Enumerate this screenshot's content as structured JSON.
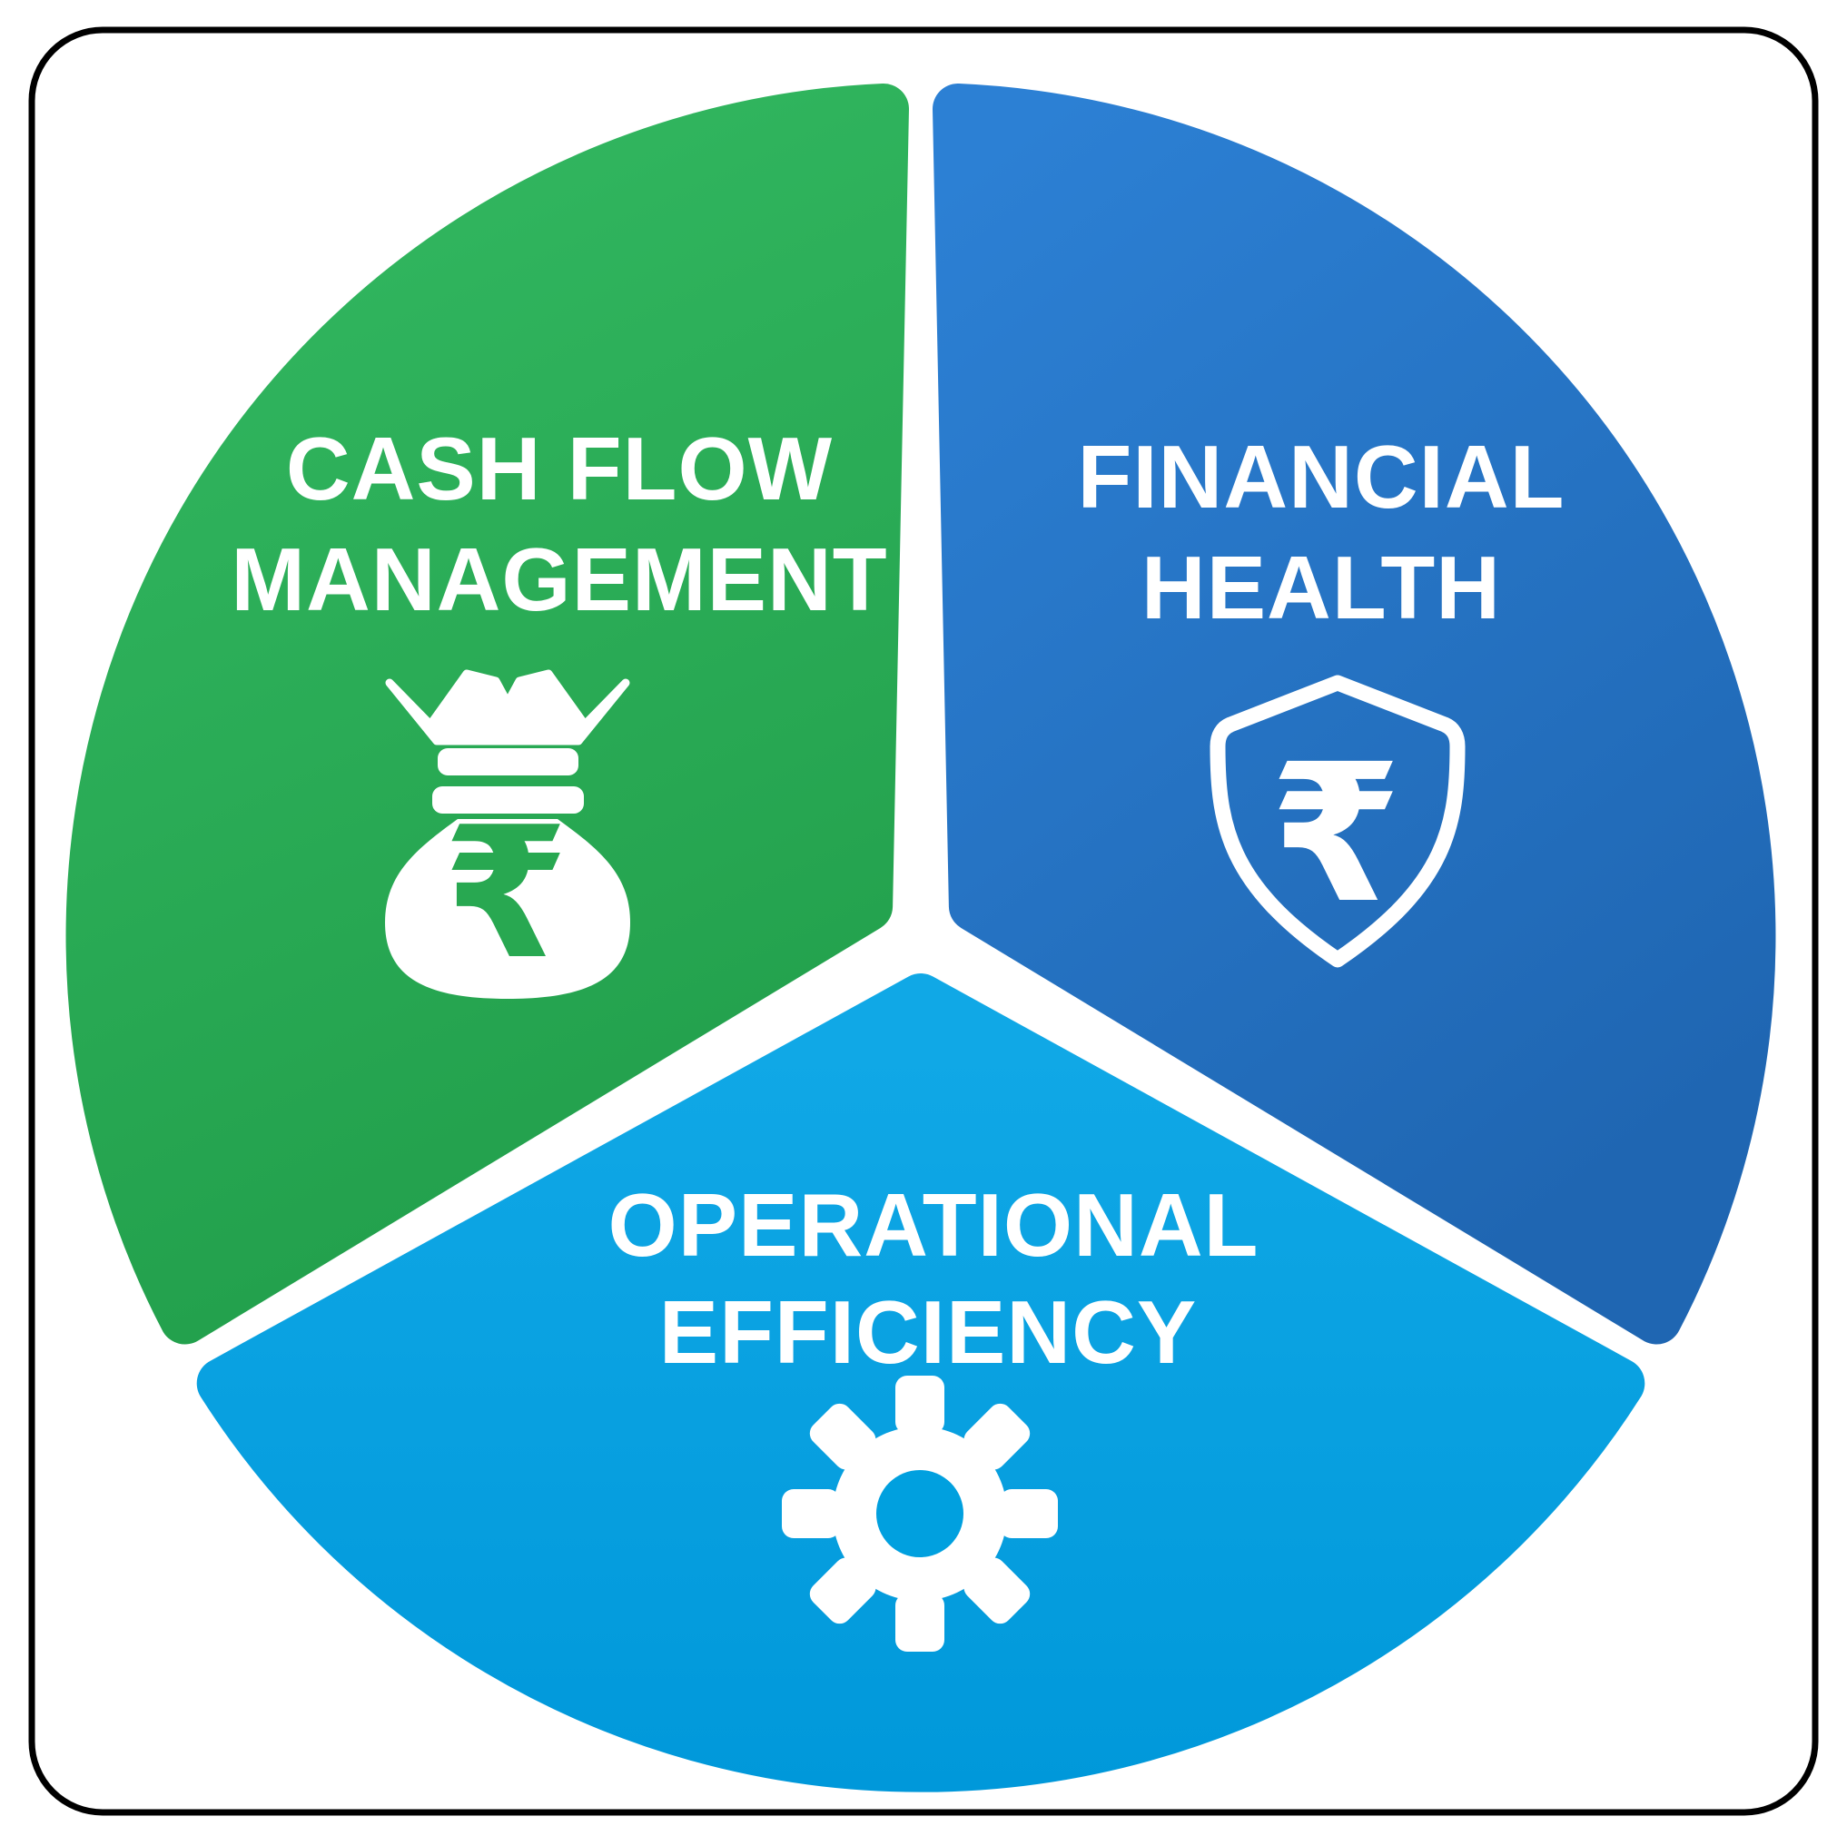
{
  "canvas": {
    "background": "#ffffff",
    "border_color": "#000000"
  },
  "colors": {
    "text": "#ffffff",
    "white": "#ffffff"
  },
  "currency_symbol": "₹",
  "segments": [
    {
      "id": "cash-flow-management",
      "label_lines": [
        "CASH FLOW",
        "MANAGEMENT"
      ],
      "icon": "money-bag-icon",
      "color_start": "#31B65F",
      "color_end": "#23A14D",
      "angle_start": 150,
      "angle_end": 270
    },
    {
      "id": "financial-health",
      "label_lines": [
        "FINANCIAL",
        "HEALTH"
      ],
      "icon": "shield-rupee-icon",
      "color_start": "#2C80D4",
      "color_end": "#1F66B2",
      "angle_start": -90,
      "angle_end": 30
    },
    {
      "id": "operational-efficiency",
      "label_lines": [
        "OPERATIONAL",
        "EFFICIENCY"
      ],
      "icon": "gear-icon",
      "color_start": "#10A8E6",
      "color_end": "#0098DA",
      "angle_start": 30,
      "angle_end": 150
    }
  ],
  "icons": {
    "money_bag_rupee_color": "#28A851",
    "gear_hole_color": "#00A0DF"
  }
}
